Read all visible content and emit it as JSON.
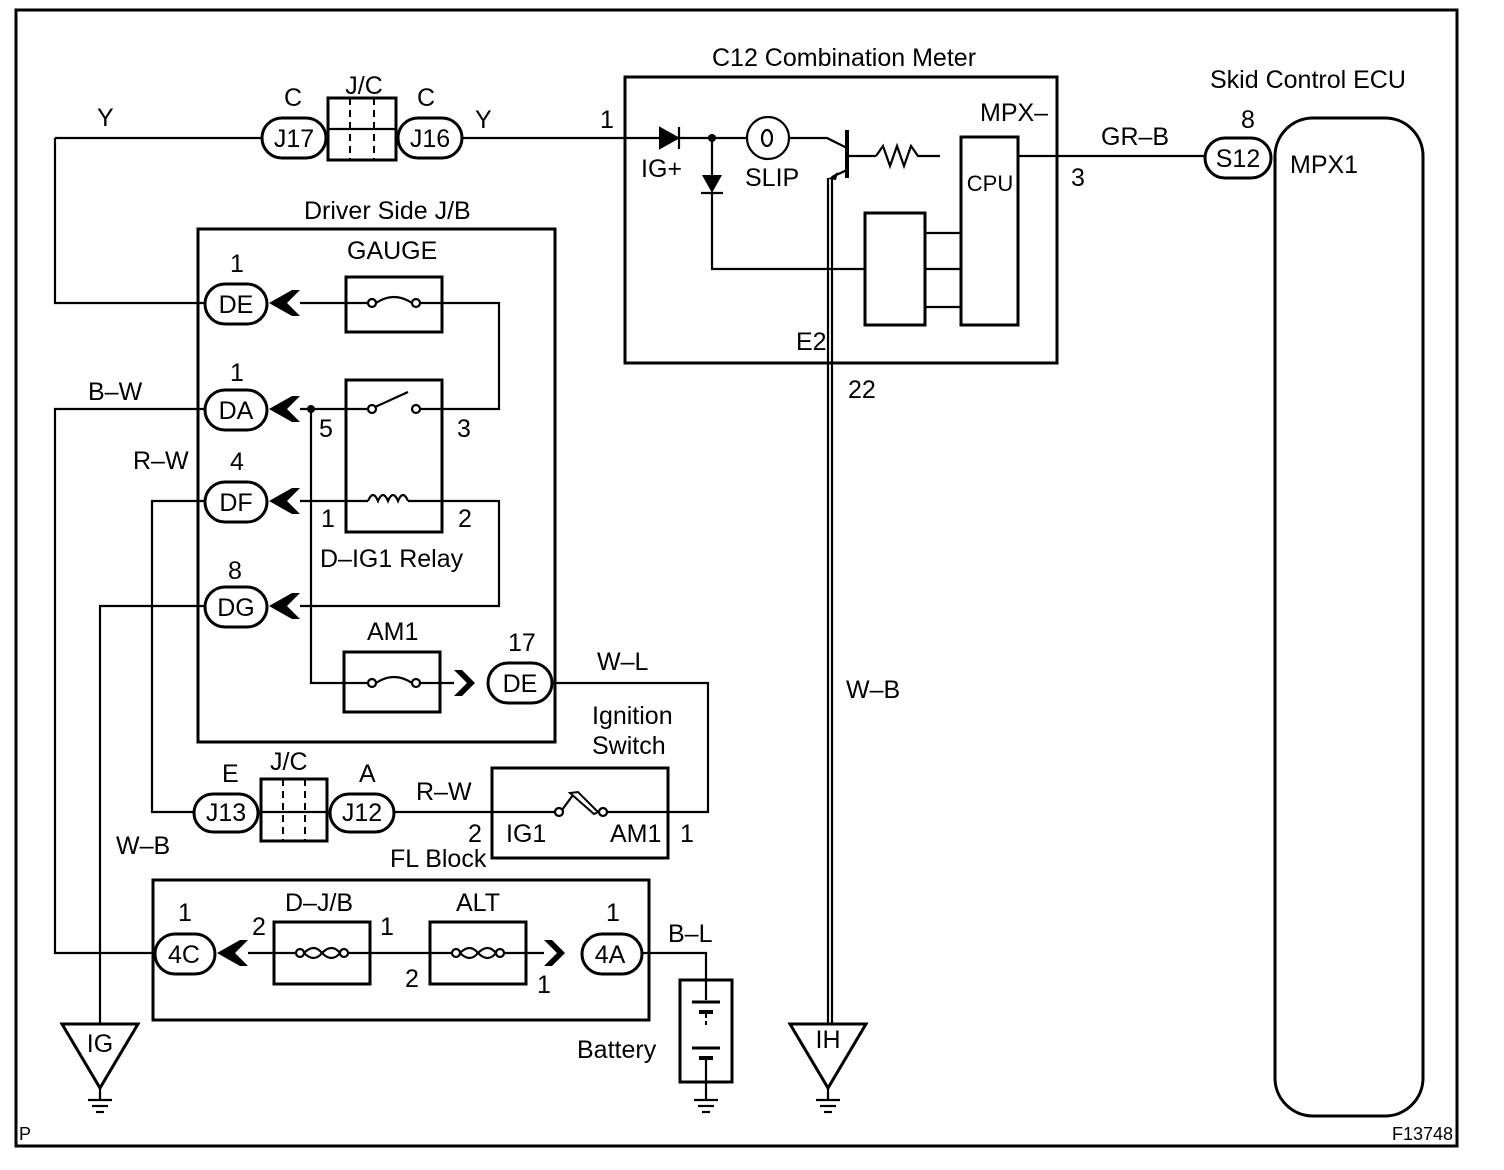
{
  "frame": {
    "corner_mark": "P",
    "figure_id": "F13748"
  },
  "meter": {
    "title": "C12 Combination Meter",
    "pin_1": "1",
    "ig_plus": "IG+",
    "slip": "SLIP",
    "mpx": "MPX–",
    "cpu": "CPU",
    "pin_3": "3",
    "e2": "E2",
    "pin_22": "22"
  },
  "ecu": {
    "title": "Skid Control ECU",
    "pin_8": "8",
    "connector": "S12",
    "mpx1": "MPX1",
    "wire": "GR–B"
  },
  "jc_top": {
    "label": "J/C",
    "left_letter": "C",
    "left_conn": "J17",
    "right_letter": "C",
    "right_conn": "J16",
    "wire_left": "Y",
    "wire_right": "Y"
  },
  "jb": {
    "title": "Driver Side J/B",
    "gauge": "GAUGE",
    "de1_pin": "1",
    "de1": "DE",
    "da_pin": "1",
    "da": "DA",
    "da_wire": "B–W",
    "relay_pin_5": "5",
    "relay_pin_3": "3",
    "relay_pin_1": "1",
    "relay_pin_2": "2",
    "df_pin": "4",
    "df": "DF",
    "df_wire": "R–W",
    "dg_pin": "8",
    "dg": "DG",
    "relay_label": "D–IG1 Relay",
    "am1": "AM1",
    "de17_pin": "17",
    "de17": "DE",
    "de17_wire": "W–L"
  },
  "ignition": {
    "label_line1": "Ignition",
    "label_line2": "Switch",
    "ig1": "IG1",
    "am1": "AM1",
    "pin_2": "2",
    "pin_1": "1",
    "wire": "R–W"
  },
  "jc_bottom": {
    "label": "J/C",
    "left_letter": "E",
    "left_conn": "J13",
    "right_letter": "A",
    "right_conn": "J12"
  },
  "left_wire": "W–B",
  "center_wire": "W–B",
  "fl_block": {
    "title": "FL Block",
    "c4_pin": "1",
    "c4": "4C",
    "djb": "D–J/B",
    "djb_pin_2": "2",
    "djb_pin_1": "1",
    "alt": "ALT",
    "alt_pin_2": "2",
    "alt_pin_1": "1",
    "a4_pin": "1",
    "a4": "4A",
    "wire": "B–L"
  },
  "battery": "Battery",
  "grounds": {
    "ig": "IG",
    "ih": "IH"
  }
}
